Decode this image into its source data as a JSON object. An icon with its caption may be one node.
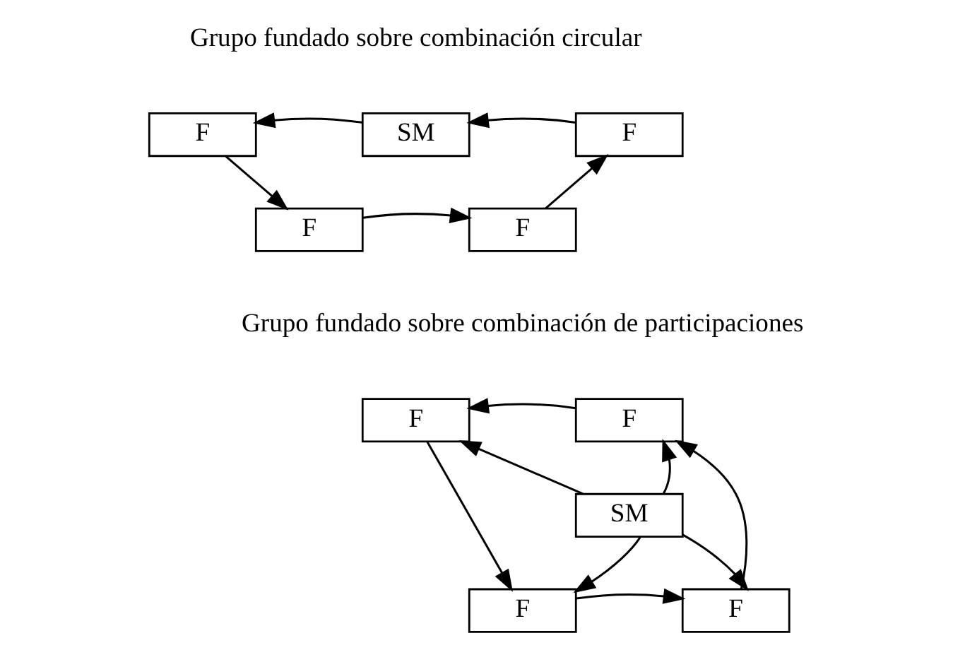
{
  "diagram": {
    "nodes": [
      {
        "text": [
          "F"
        ]
      },
      {
        "text": [
          "SM"
        ]
      },
      {
        "text": [
          "F"
        ]
      },
      {
        "text": [
          "F"
        ]
      },
      {
        "text": [
          "F"
        ]
      },
      {
        "text": [
          "F"
        ]
      },
      {
        "text": [
          "F"
        ]
      },
      {
        "text": [
          "SM"
        ]
      },
      {
        "text": [
          "F"
        ]
      },
      {
        "text": [
          "F"
        ]
      }
    ],
    "edges": [
      {
        "from": 1,
        "to": 0,
        "arrow": "to"
      },
      {
        "from": 2,
        "to": 1,
        "arrow": "to"
      },
      {
        "from": 0,
        "to": 3,
        "arrow": "to"
      },
      {
        "from": 3,
        "to": 4,
        "arrow": "to"
      },
      {
        "from": 4,
        "to": 2,
        "arrow": "to"
      },
      {
        "from": 6,
        "to": 5,
        "arrow": "to"
      },
      {
        "from": 5,
        "to": 8,
        "arrow": "to"
      },
      {
        "from": 8,
        "to": 9,
        "arrow": "to"
      },
      {
        "from": 9,
        "to": 6,
        "arrow": "to"
      },
      {
        "from": 7,
        "to": 5,
        "arrow": "to"
      },
      {
        "from": 7,
        "to": 6,
        "arrow": "to"
      },
      {
        "from": 7,
        "to": 8,
        "arrow": "to"
      },
      {
        "from": 7,
        "to": 9,
        "arrow": "to"
      }
    ],
    "labels": [
      "Grupo fundado sobre combinación circular",
      "Grupo fundado sobre combinación de participaciones"
    ]
  }
}
